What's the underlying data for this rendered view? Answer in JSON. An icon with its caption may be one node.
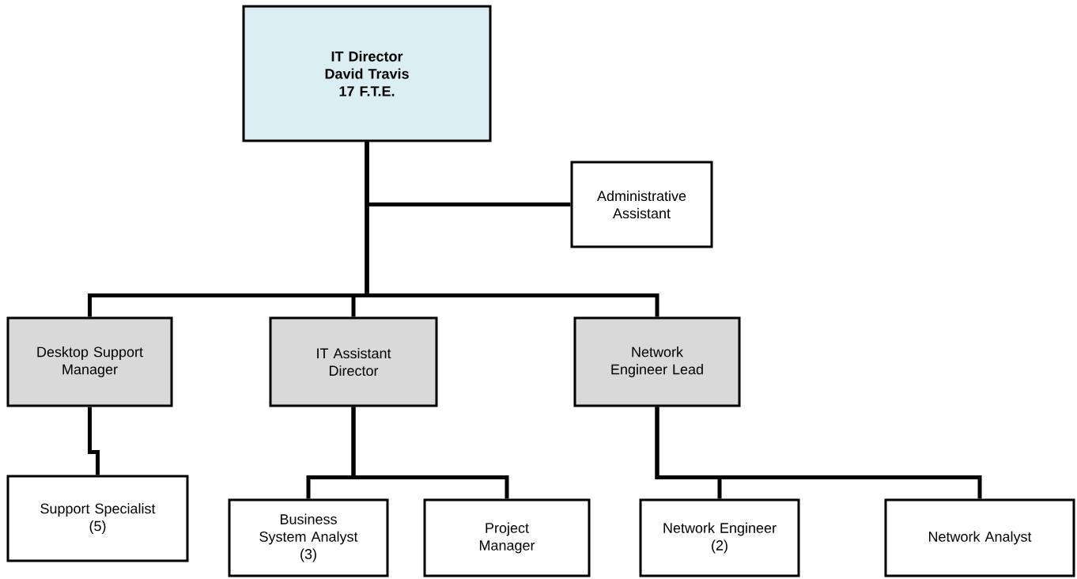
{
  "diagram": {
    "nodes": [
      {
        "text": [
          "IT Director",
          "David Travis",
          "17 F.T.E."
        ]
      },
      {
        "text": [
          "Administrative Assistant"
        ]
      },
      {
        "text": [
          "Desktop Support Manager"
        ]
      },
      {
        "text": [
          "IT Assistant Director"
        ]
      },
      {
        "text": [
          "Network Engineer Lead"
        ]
      },
      {
        "text": [
          "Support Specialist",
          "(5)"
        ]
      },
      {
        "text": [
          "Business System Analyst",
          "(3)"
        ]
      },
      {
        "text": [
          "Project Manager"
        ]
      },
      {
        "text": [
          "Network Engineer",
          "(2)"
        ]
      },
      {
        "text": [
          "Network Analyst"
        ]
      }
    ],
    "edges": [
      {
        "from": 0,
        "to": 1,
        "arrow": "none"
      },
      {
        "from": 0,
        "to": 2,
        "arrow": "none"
      },
      {
        "from": 0,
        "to": 3,
        "arrow": "none"
      },
      {
        "from": 0,
        "to": 4,
        "arrow": "none"
      },
      {
        "from": 2,
        "to": 5,
        "arrow": "none"
      },
      {
        "from": 3,
        "to": 6,
        "arrow": "none"
      },
      {
        "from": 3,
        "to": 7,
        "arrow": "none"
      },
      {
        "from": 4,
        "to": 8,
        "arrow": "none"
      },
      {
        "from": 4,
        "to": 9,
        "arrow": "none"
      }
    ]
  }
}
